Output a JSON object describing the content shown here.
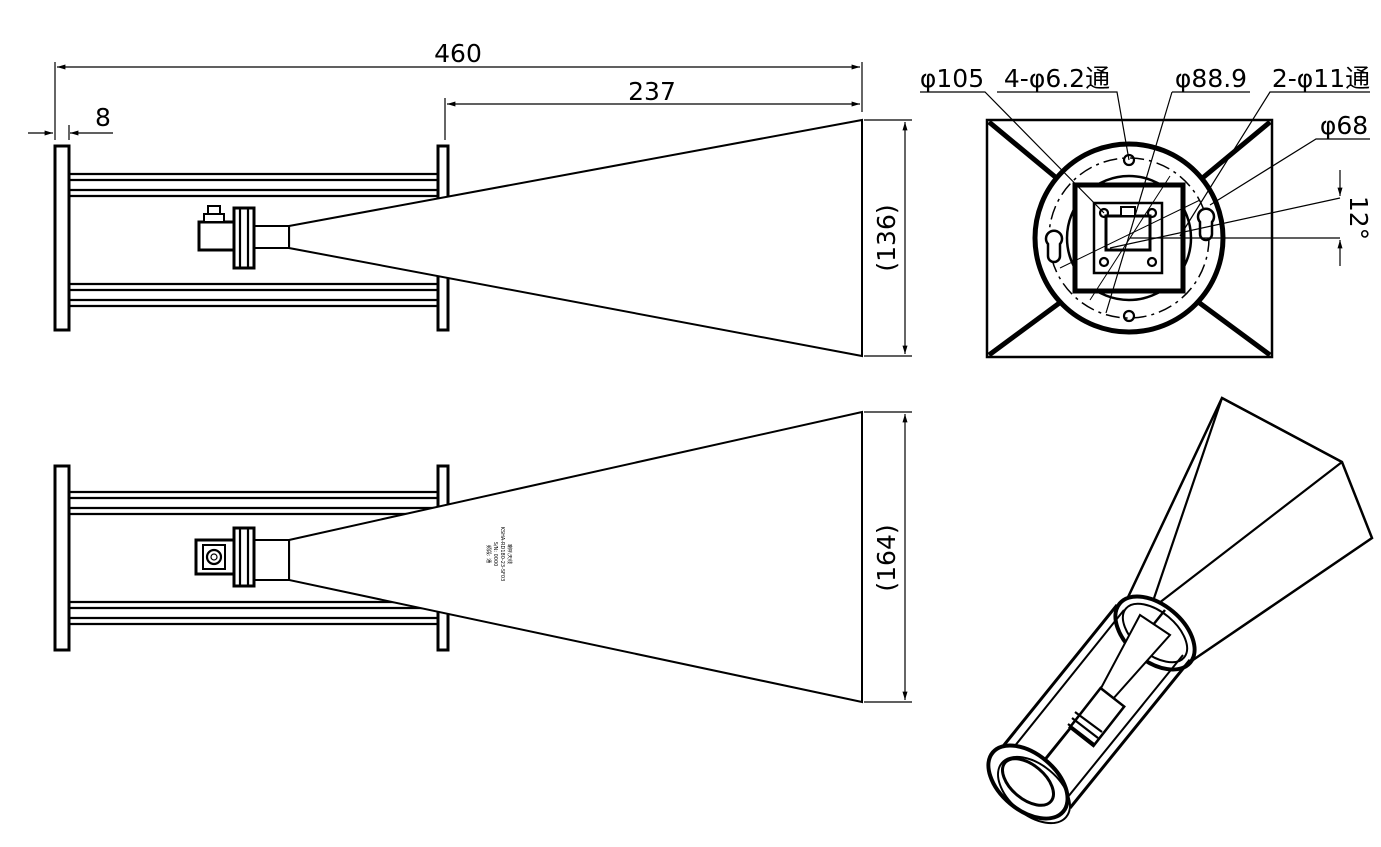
{
  "dimensions": {
    "overall_length": "460",
    "horn_length": "237",
    "flange_thickness": "8",
    "aperture_height": "(136)",
    "aperture_width": "(164)",
    "flange_outer_dia": "φ105",
    "flange_mount_holes": "4-φ6.2通",
    "bolt_circle_dia": "φ88.9",
    "slot_holes": "2-φ11通",
    "inner_dia": "φ68",
    "slot_angle": "12°"
  },
  "label_plate": {
    "lines": [
      "喇叭天线",
      "KSHA-RD180-23-SF03",
      "S/N: 0000",
      "频段: 通"
    ]
  }
}
